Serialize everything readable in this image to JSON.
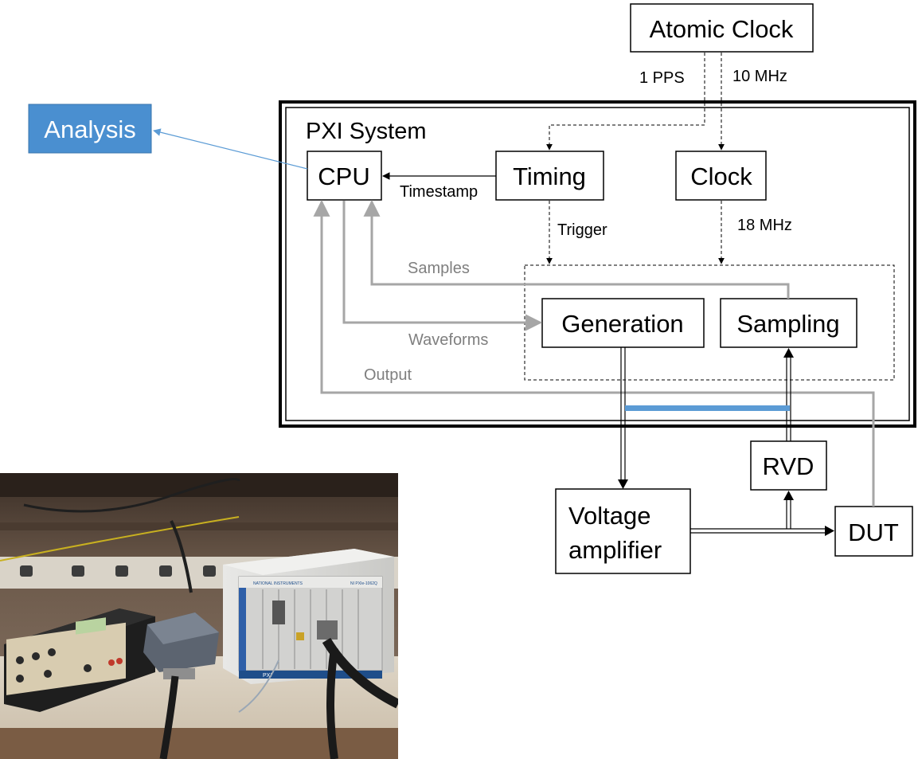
{
  "nodes": {
    "atomic_clock": "Atomic Clock",
    "analysis": "Analysis",
    "pxi_system": "PXI System",
    "cpu": "CPU",
    "timing": "Timing",
    "clock": "Clock",
    "generation": "Generation",
    "sampling": "Sampling",
    "rvd": "RVD",
    "voltage_amplifier_line1": "Voltage",
    "voltage_amplifier_line2": "amplifier",
    "dut": "DUT"
  },
  "edges": {
    "pps": "1 PPS",
    "ten_mhz": "10 MHz",
    "timestamp": "Timestamp",
    "trigger": "Trigger",
    "eighteen_mhz": "18 MHz",
    "samples": "Samples",
    "waveforms": "Waveforms",
    "output": "Output"
  },
  "photo": {
    "instrument_brand": "NATIONAL INSTRUMENTS",
    "instrument_model": "NI PXIe-1062Q",
    "chassis_label": "PXI"
  },
  "colors": {
    "analysis_fill": "#4a8fd0",
    "analysis_text": "#ffffff",
    "analysis_arrow": "#5b9bd5",
    "gray_line": "#a6a6a6",
    "gray_label": "#7f7f7f",
    "blue_bar": "#5b9bd5"
  }
}
